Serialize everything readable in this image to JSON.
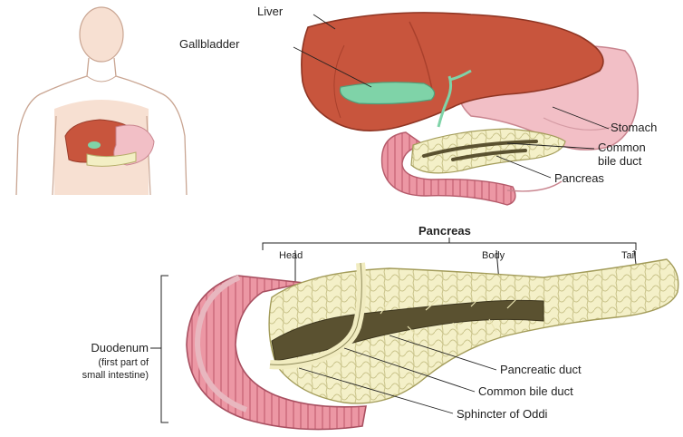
{
  "top": {
    "liver": "Liver",
    "gallbladder": "Gallbladder",
    "stomach": "Stomach",
    "common_bile_duct_line1": "Common",
    "common_bile_duct_line2": "bile duct",
    "pancreas": "Pancreas"
  },
  "bottom": {
    "title": "Pancreas",
    "head": "Head",
    "body": "Body",
    "tail": "Tail",
    "duodenum_line1": "Duodenum",
    "duodenum_line2": "(first part of",
    "duodenum_line3": "small intestine)",
    "pancreatic_duct": "Pancreatic duct",
    "common_bile_duct": "Common bile duct",
    "sphincter": "Sphincter of Oddi"
  },
  "colors": {
    "liver": "#c8553d",
    "liver_dark": "#a9402c",
    "gallbladder": "#7fd3a8",
    "stomach": "#f2bfc6",
    "duodenum": "#e98a98",
    "pancreas": "#f3efc4",
    "duct": "#5a5130"
  }
}
